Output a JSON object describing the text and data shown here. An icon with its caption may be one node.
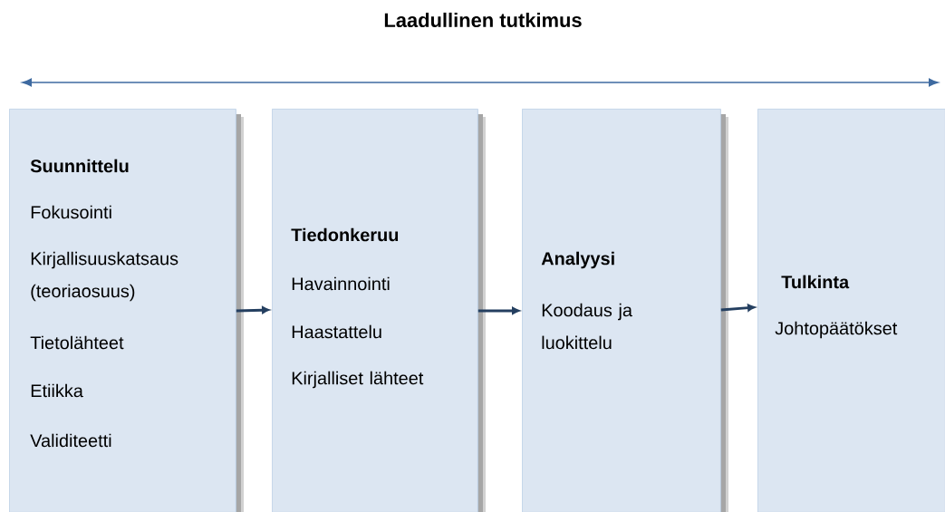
{
  "diagram": {
    "title": "Laadullinen tutkimus",
    "nodes": [
      {
        "text": [
          "Suunnittelu",
          "Fokusointi",
          "Kirjallisuuskatsaus (teoriaosuus)",
          "Tietolähteet",
          "Etiikka",
          "Validiteetti"
        ]
      },
      {
        "text": [
          "Tiedonkeruu",
          "Havainnointi",
          "Haastattelu",
          "Kirjalliset lähteet"
        ]
      },
      {
        "text": [
          "Analyysi",
          "Koodaus ja luokittelu"
        ]
      },
      {
        "text": [
          "Tulkinta",
          "Johtopäätökset"
        ]
      }
    ],
    "edges": [
      {
        "from": 0,
        "to": 1,
        "arrow": "to"
      },
      {
        "from": 1,
        "to": 2,
        "arrow": "to"
      },
      {
        "from": 2,
        "to": 3,
        "arrow": "to"
      }
    ]
  }
}
